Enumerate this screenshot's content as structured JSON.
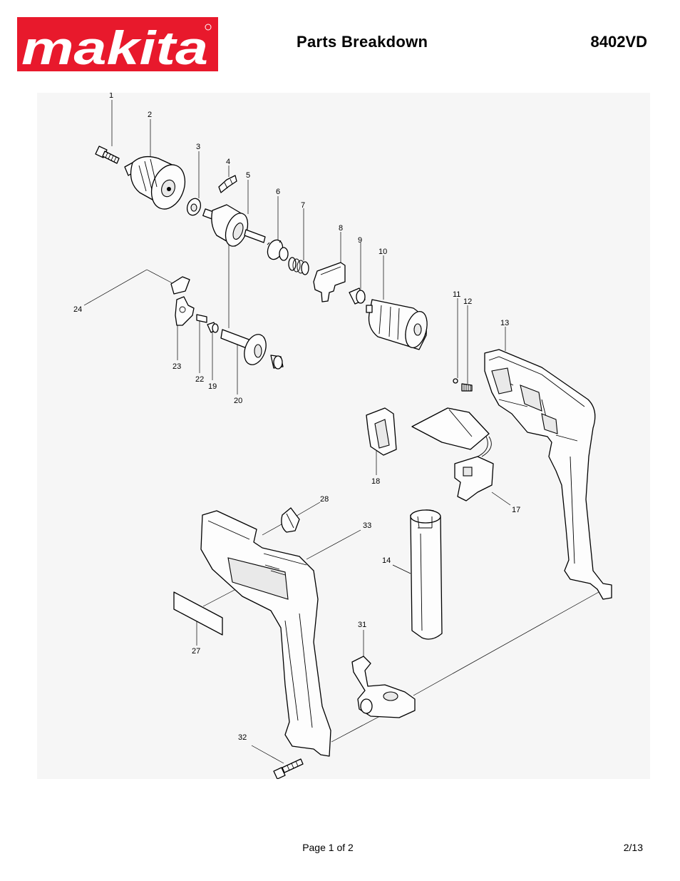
{
  "header": {
    "brand": "makita",
    "title": "Parts Breakdown",
    "model": "8402VD"
  },
  "colors": {
    "brand_red": "#e8192c",
    "text": "#000000"
  },
  "diagram": {
    "labels": [
      {
        "id": "p1",
        "text": "1"
      },
      {
        "id": "p2",
        "text": "2"
      },
      {
        "id": "p3",
        "text": "3"
      },
      {
        "id": "p4",
        "text": "4"
      },
      {
        "id": "p5",
        "text": "5"
      },
      {
        "id": "p6",
        "text": "6"
      },
      {
        "id": "p7",
        "text": "7"
      },
      {
        "id": "p8",
        "text": "8"
      },
      {
        "id": "p9",
        "text": "9"
      },
      {
        "id": "p10",
        "text": "10"
      },
      {
        "id": "p11",
        "text": "11"
      },
      {
        "id": "p12",
        "text": "12"
      },
      {
        "id": "p13",
        "text": "13"
      },
      {
        "id": "p14",
        "text": "14"
      },
      {
        "id": "p17",
        "text": "17"
      },
      {
        "id": "p18",
        "text": "18"
      },
      {
        "id": "p19",
        "text": "19"
      },
      {
        "id": "p20",
        "text": "20"
      },
      {
        "id": "p22",
        "text": "22"
      },
      {
        "id": "p23",
        "text": "23"
      },
      {
        "id": "p24",
        "text": "24"
      },
      {
        "id": "p27",
        "text": "27"
      },
      {
        "id": "p28",
        "text": "28"
      },
      {
        "id": "p31",
        "text": "31"
      },
      {
        "id": "p32",
        "text": "32"
      },
      {
        "id": "p33",
        "text": "33"
      }
    ]
  },
  "footer": {
    "page": "Page 1 of 2",
    "doc_page": "2/13"
  }
}
